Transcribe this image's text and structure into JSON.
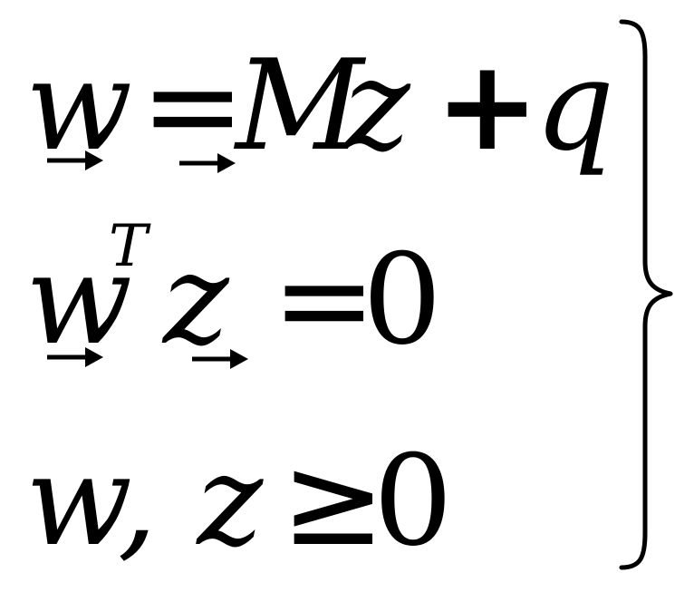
{
  "equations": {
    "line1": {
      "lhs_var": "w",
      "rel": "=",
      "matrix": "M",
      "rhs_var": "z",
      "plus": "+",
      "vector": "q"
    },
    "line2": {
      "var1": "w",
      "superscript": "T",
      "var2": "z",
      "rel": "=",
      "value": "0"
    },
    "line3": {
      "vars": "w, z",
      "rel": "≥",
      "value": "0"
    }
  }
}
